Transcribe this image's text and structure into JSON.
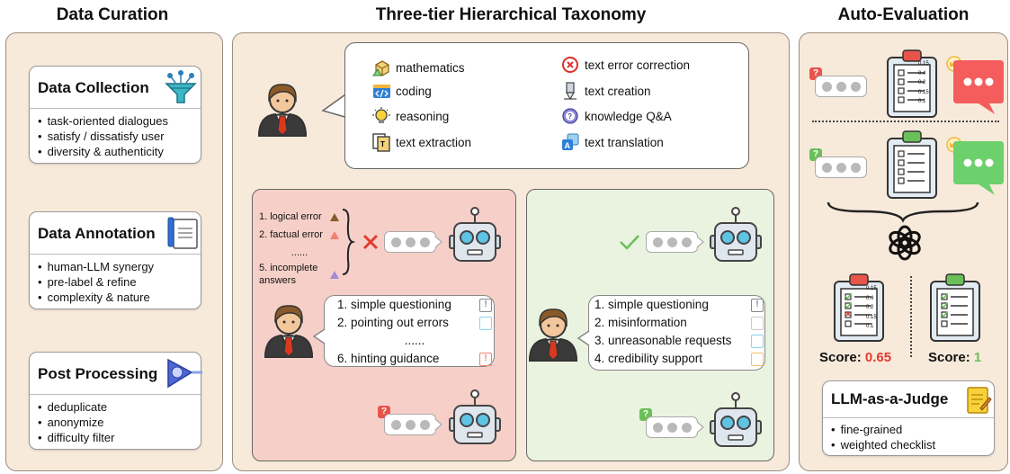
{
  "sections": {
    "curation_title": "Data Curation",
    "taxonomy_title": "Three-tier Hierarchical Taxonomy",
    "eval_title": "Auto-Evaluation"
  },
  "curation": {
    "collection": {
      "title": "Data Collection",
      "items": [
        "task-oriented dialogues",
        "satisfy / dissatisfy user",
        "diversity & authenticity"
      ]
    },
    "annotation": {
      "title": "Data Annotation",
      "items": [
        "human-LLM synergy",
        "pre-label & refine",
        "complexity & nature"
      ]
    },
    "post": {
      "title": "Post Processing",
      "items": [
        "deduplicate",
        "anonymize",
        "difficulty filter"
      ]
    }
  },
  "taxonomy": {
    "left_col": [
      "mathematics",
      "coding",
      "reasoning",
      "text extraction"
    ],
    "right_col": [
      "text error correction",
      "text creation",
      "knowledge Q&A",
      "text translation"
    ]
  },
  "errors": {
    "items": [
      "1. logical error",
      "2. factual error",
      "......",
      "5. incomplete answers"
    ]
  },
  "red_dialog": {
    "items": [
      "1. simple questioning",
      "2. pointing out errors",
      "......",
      "6. hinting guidance"
    ]
  },
  "green_dialog": {
    "items": [
      "1. simple questioning",
      "2. misinformation",
      "3. unreasonable requests",
      "4. credibility support"
    ]
  },
  "evaluation": {
    "score_label": "Score:",
    "score_red": "0.65",
    "score_green": "1",
    "checklist_values": [
      "0.15",
      "0.4",
      "0.2",
      "0.15",
      "0.1"
    ],
    "judge": {
      "title": "LLM-as-a-Judge",
      "items": [
        "fine-grained",
        "weighted checklist"
      ]
    }
  },
  "colors": {
    "panel_bg": "#f8eadb",
    "red_panel": "#f6d0c8",
    "green_panel": "#eaf3df",
    "red": "#e23b2e",
    "green": "#6bbf59",
    "robot": "#dfe6ee",
    "eye": "#5fc3e4"
  }
}
